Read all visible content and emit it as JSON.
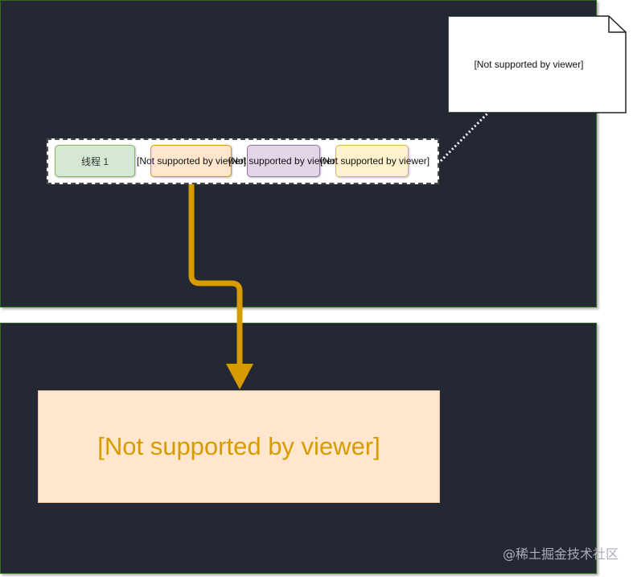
{
  "diagram": {
    "thread_chips": [
      {
        "label": "线程 1",
        "fill": "#d5e8d4",
        "stroke": "#82b366"
      },
      {
        "label": "[Not supported by viewer]",
        "fill": "#ffe6cc",
        "stroke": "#d79b00"
      },
      {
        "label": "[Not supported by viewer]",
        "fill": "#e1d5e7",
        "stroke": "#9673a6"
      },
      {
        "label": "[Not supported by viewer]",
        "fill": "#fff2cc",
        "stroke": "#d6b656"
      }
    ],
    "note_label": "[Not supported by viewer]",
    "big_box_label": "[Not supported by viewer]",
    "arrow_color": "#d79b00",
    "panel_color": "#232834"
  },
  "watermark": "@稀土掘金技术社区"
}
